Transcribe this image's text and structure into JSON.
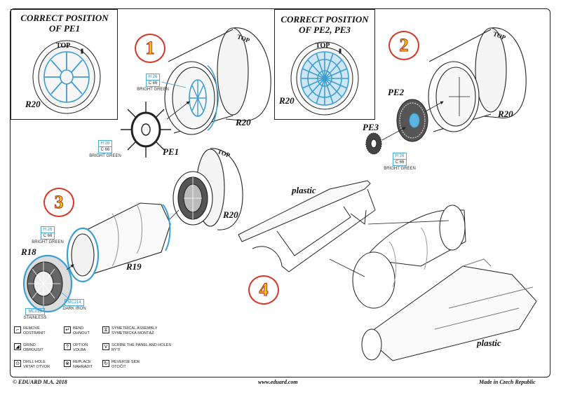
{
  "insets": {
    "pe1_title_line1": "CORRECT POSITION",
    "pe1_title_line2": "OF PE1",
    "pe23_title_line1": "CORRECT POSITION",
    "pe23_title_line2": "OF PE2, PE3",
    "top_label": "TOP",
    "r20_label": "R20"
  },
  "steps": [
    "1",
    "2",
    "3",
    "4"
  ],
  "parts": {
    "r20": "R20",
    "r19": "R19",
    "r18": "R18",
    "pe1": "PE1",
    "pe2": "PE2",
    "pe3": "PE3",
    "plastic": "plastic",
    "top_mark": "TOP"
  },
  "paints": {
    "bright_green": {
      "code1": "H 26",
      "code2": "C 66",
      "name": "BRIGHT GREEN"
    },
    "stainless": {
      "code1": "MC213",
      "name": "STAINLESS"
    },
    "dark_iron": {
      "code1": "MC214",
      "name": "DARK IRON"
    }
  },
  "legend": [
    {
      "icon": "remove-icon",
      "glyph": "⌐",
      "line1": "REMOVE",
      "line2": "ODSTRANIT"
    },
    {
      "icon": "bend-icon",
      "glyph": "↵",
      "line1": "BEND",
      "line2": "OHNOUT"
    },
    {
      "icon": "symmetrical-icon",
      "glyph": "⧖",
      "line1": "SYMETRICAL ASSEMBLY",
      "line2": "SYMETRICKÁ MONTÁŽ"
    },
    {
      "icon": "grind-icon",
      "glyph": "◢",
      "line1": "GRIND",
      "line2": "OBROUSIT"
    },
    {
      "icon": "option-icon",
      "glyph": "?",
      "line1": "OPTION",
      "line2": "VOLBA"
    },
    {
      "icon": "scribe-icon",
      "glyph": "V",
      "line1": "SCRIBE THE PANEL AND HOLES",
      "line2": "RÝTÍ"
    },
    {
      "icon": "drill-icon",
      "glyph": "⊙",
      "line1": "DRILL HOLE",
      "line2": "VRTAT OTVOR"
    },
    {
      "icon": "replace-icon",
      "glyph": "⊗",
      "line1": "REPLACE",
      "line2": "NAHRADIT"
    },
    {
      "icon": "reverse-icon",
      "glyph": "↻",
      "line1": "REVERSE SIDE",
      "line2": "OTOČIT"
    }
  ],
  "footer": {
    "copyright": "© EDUARD  M.A. 2018",
    "url": "www.eduard.com",
    "made_in": "Made in Czech Republic"
  },
  "colors": {
    "etch_blue": "#3d9ed2",
    "step_yellow": "#f1d600",
    "step_red": "#d23a28",
    "line": "#222222"
  }
}
